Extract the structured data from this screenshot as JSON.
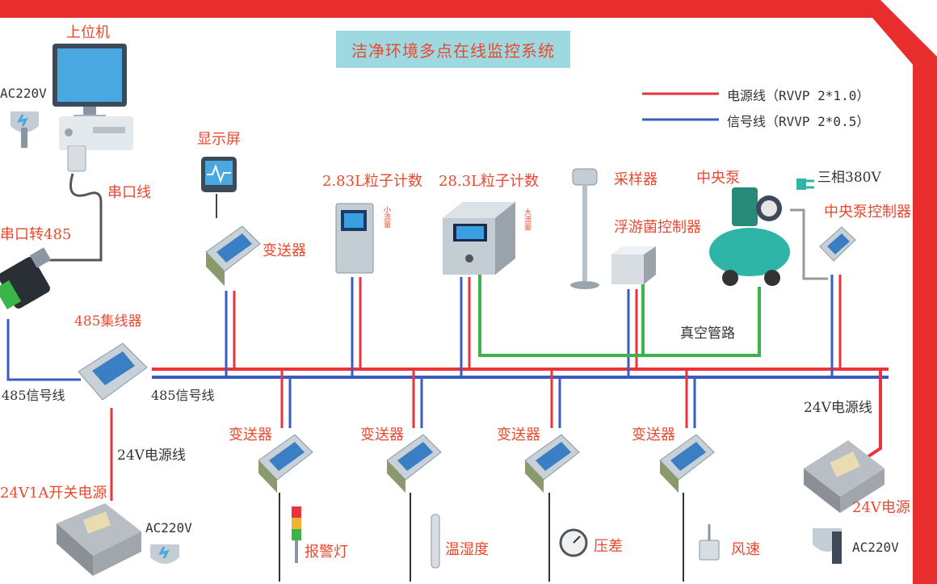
{
  "title": "洁净环境多点在线监控系统",
  "legend": {
    "power": "电源线（RVVP 2*1.0）",
    "signal": "信号线（RVVP 2*0.5）"
  },
  "colors": {
    "power": "#e8343a",
    "signal": "#3a5bbf",
    "vacuum": "#3bb54a",
    "frame": "#e82d2d",
    "title_bg": "#9ed8e0"
  },
  "labels": {
    "host": "上位机",
    "ac220_host": "AC220V",
    "serial_cable": "串口线",
    "serial_to_485": "串口转485",
    "hub_485": "485集线器",
    "signal_485_left": "485信号线",
    "signal_485_bus": "485信号线",
    "power_24v_left": "24V电源线",
    "psu_24v1a": "24V1A开关电源",
    "ac220_bottom": "AC220V",
    "display": "显示屏",
    "transmitter_top": "变送器",
    "counter_283": "2.83L粒子计数",
    "counter_283_small": "小流量",
    "counter_283_big": "28.3L粒子计数",
    "counter_big_small": "大流量",
    "sampler": "采样器",
    "plankton_ctrl": "浮游菌控制器",
    "central_pump": "中央泵",
    "three_phase": "三相380V",
    "pump_ctrl": "中央泵控制器",
    "vacuum_pipe": "真空管路",
    "power_24v_right": "24V电源线",
    "psu_24v": "24V电源",
    "ac220_right": "AC220V",
    "tx1": "变送器",
    "tx2": "变送器",
    "tx3": "变送器",
    "tx4": "变送器",
    "alarm_light": "报警灯",
    "temp_humidity": "温湿度",
    "pressure_diff": "压差",
    "wind_speed": "风速"
  },
  "icons": [
    "monitor-icon",
    "plug-icon",
    "serial-adapter-icon",
    "hub-icon",
    "power-supply-icon",
    "display-icon",
    "transmitter-icon",
    "particle-counter-icon",
    "sampler-icon",
    "pump-icon",
    "alarm-light-icon",
    "sensor-icon"
  ]
}
